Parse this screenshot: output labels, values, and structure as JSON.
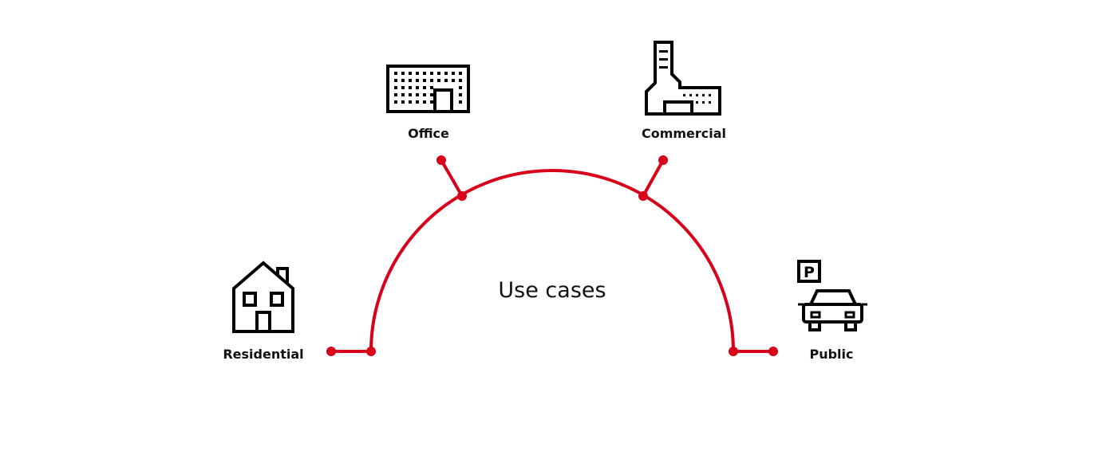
{
  "title": "Use cases",
  "accent_color": "#d9001a",
  "use_cases": [
    {
      "id": "residential",
      "label": "Residential",
      "icon": "house-icon"
    },
    {
      "id": "office",
      "label": "Office",
      "icon": "office-building-icon"
    },
    {
      "id": "commercial",
      "label": "Commercial",
      "icon": "factory-icon"
    },
    {
      "id": "public",
      "label": "Public",
      "icon": "parking-car-icon"
    }
  ],
  "parking_sign_text": "P"
}
